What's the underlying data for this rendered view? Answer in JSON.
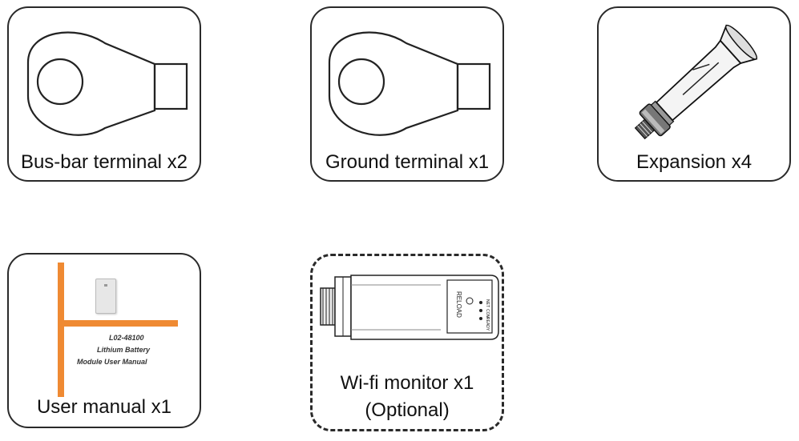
{
  "items": [
    {
      "icon": "ring-terminal-icon",
      "label": "Bus-bar terminal x2"
    },
    {
      "icon": "ring-terminal-icon",
      "label": "Ground terminal x1"
    },
    {
      "icon": "expansion-bolt-icon",
      "label": "Expansion x4"
    },
    {
      "icon": "manual-cover-icon",
      "label": "User manual x1",
      "cover": {
        "model": "L02-48100",
        "line1": "Lithium Battery",
        "line2": "Module User Manual"
      }
    },
    {
      "icon": "wifi-dongle-icon",
      "label_line1": "Wi-fi monitor x1",
      "label_line2": "(Optional)",
      "device": {
        "button": "RELOAD",
        "leds": [
          "NET",
          "COM",
          "READY"
        ]
      }
    }
  ],
  "colors": {
    "border": "#2a2a2a",
    "manual_accent": "#ef8a33"
  }
}
